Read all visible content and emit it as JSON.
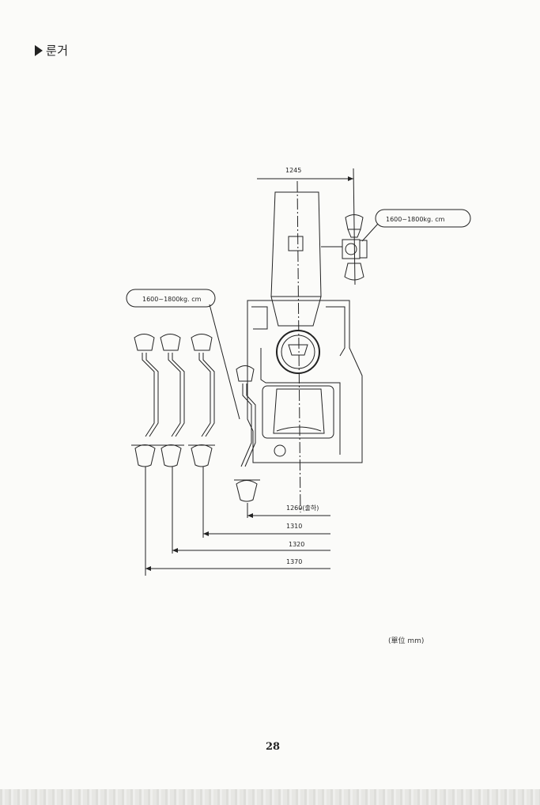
{
  "heading": "룬거",
  "labels": {
    "dim_top": "1245",
    "callout_right": "1600~1800kg. cm",
    "callout_left": "1600~1800kg. cm",
    "dim_1260": "1260(출하)",
    "dim_1310": "1310",
    "dim_1320": "1320",
    "dim_1370": "1370"
  },
  "unit_note": "(單位 mm)",
  "page_number": "28"
}
